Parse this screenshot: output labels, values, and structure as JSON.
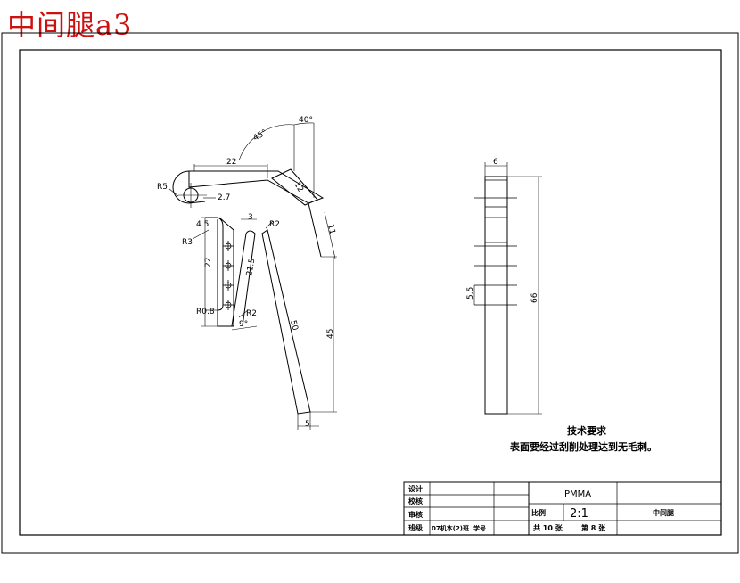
{
  "sheet_title": "中间腿a3",
  "tech_requirements": {
    "title": "技术要求",
    "line1": "表面要经过刮削处理达到无毛刺。"
  },
  "dimensions": {
    "angle_40": "40°",
    "angle_45": "45°",
    "len_22_top": "22",
    "r5": "R5",
    "d27": "2.7",
    "d12": "12",
    "d11": "11",
    "d3": "3",
    "r2_top": "R2",
    "d45": "4.5",
    "r3": "R3",
    "len_22_side": "22",
    "d215": "21.5",
    "r08": "R0.8",
    "r2_low": "R2",
    "angle_9": "9°",
    "len_50": "50",
    "len_45": "45",
    "d5": "5",
    "d6": "6",
    "d55": "5.5",
    "d66": "66"
  },
  "title_block": {
    "design": "设计",
    "check": "校核",
    "review": "审核",
    "class": "班级",
    "class_value": "07机本(2)班",
    "student_no": "学号",
    "material": "PMMA",
    "scale_label": "比例",
    "scale_value": "2:1",
    "part_name": "中间腿",
    "total_sheets": "共 10 张",
    "sheet_no": "第 8 张"
  }
}
